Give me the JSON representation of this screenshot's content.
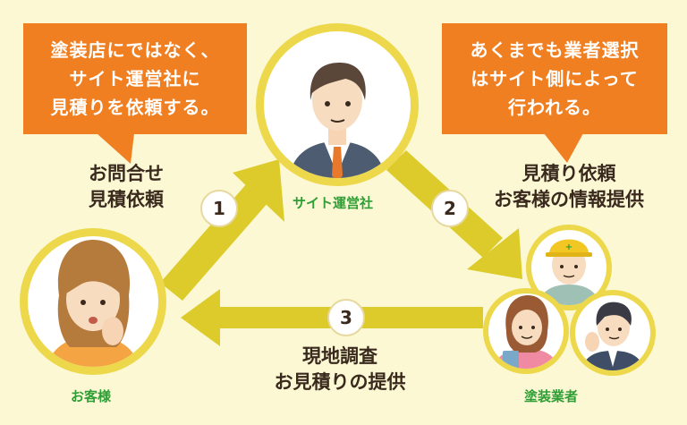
{
  "bubbles": {
    "left": [
      "塗装店にではなく、",
      "サイト運営社に",
      "見積りを依頼する。"
    ],
    "right": [
      "あくまでも業者選択",
      "はサイト側によって",
      "行われる。"
    ]
  },
  "flows": {
    "inquiry": [
      "お問合せ",
      "見積依頼"
    ],
    "provide": [
      "見積り依頼",
      "お客様の情報提供"
    ],
    "survey": [
      "現地調査",
      "お見積りの提供"
    ]
  },
  "roles": {
    "site": "サイト運営社",
    "customer": "お客様",
    "painter": "塗装業者"
  },
  "steps": [
    "1",
    "2",
    "3"
  ],
  "colors": {
    "background": "#fcf8d4",
    "bubble": "#f07f21",
    "arrow": "#dccb2a",
    "ring": "#ecd84a",
    "role_text": "#2e9e35"
  }
}
